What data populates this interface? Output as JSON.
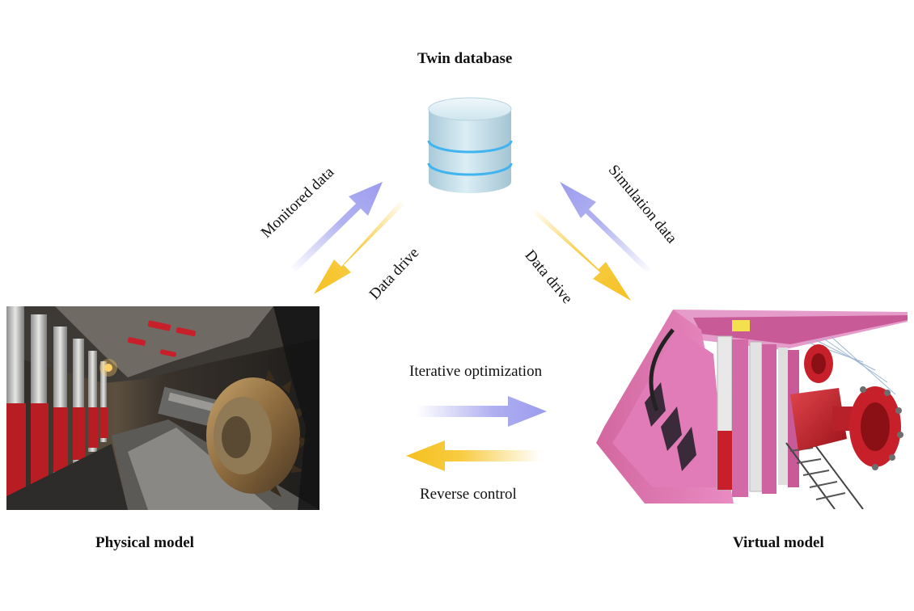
{
  "titles": {
    "twin_database": "Twin database",
    "physical_model": "Physical model",
    "virtual_model": "Virtual model"
  },
  "arrows": {
    "monitored_data": "Monitored data",
    "data_drive_left": "Data drive",
    "data_drive_right": "Data drive",
    "simulation_data": "Simulation data",
    "iterative_optimization": "Iterative optimization",
    "reverse_control": "Reverse control"
  },
  "colors": {
    "forward_arrow": "#a5a5ef",
    "control_arrow": "#f7c52a",
    "database_body": "#bcd9e4",
    "database_ring": "#41b3ee",
    "virtual_frame": "#e07ab8",
    "machine_red": "#c8202a"
  },
  "icons": {
    "database": "database-cylinder-icon"
  }
}
